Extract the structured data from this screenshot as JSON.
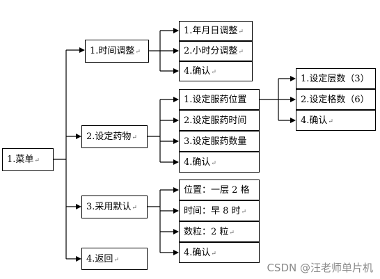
{
  "return_mark": "↵",
  "menu": {
    "root": "1.菜单",
    "nodes": [
      {
        "label": "1.时间调整",
        "children": [
          "1.年月日调整",
          "2.小时分调整",
          "4.确认"
        ]
      },
      {
        "label": "2.设定药物",
        "children": [
          "1.设定服药位置",
          "2.设定服药时间",
          "3.设定服药数量",
          "4.确认"
        ],
        "sub": {
          "parent_index": 0,
          "children": [
            "1.设定层数（3）",
            "2.设定格数（6）",
            "4.确认"
          ]
        }
      },
      {
        "label": "3.采用默认",
        "children": [
          "位置：一层 2 格",
          "时间：早 8 时",
          "数粒：2 粒",
          "4.确认"
        ]
      },
      {
        "label": "4.返回",
        "children": []
      }
    ]
  },
  "watermark": "CSDN @汪老师单片机"
}
